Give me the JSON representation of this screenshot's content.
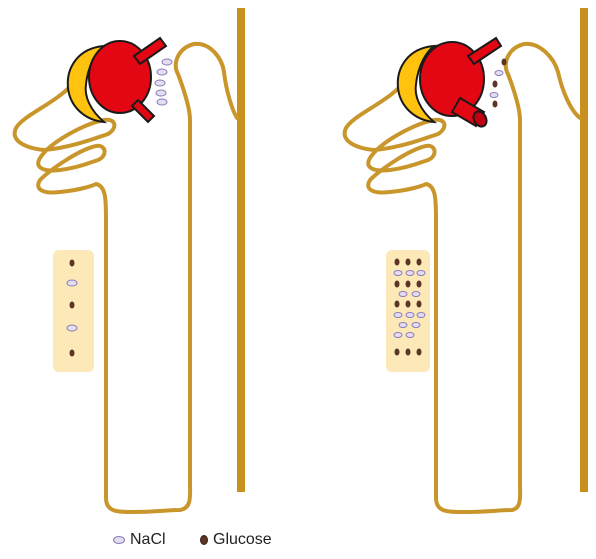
{
  "legend": {
    "items": [
      {
        "label": "NaCl",
        "name": "legend-nacl"
      },
      {
        "label": "Glucose",
        "name": "legend-glucose"
      }
    ]
  },
  "colors": {
    "tubule": "#c9962c",
    "duct": "#c8911e",
    "glomerulus": "#e30613",
    "glomerulus_dark": "#8a0000",
    "capsule": "#ffc20e",
    "interstitium": "#fde9b8",
    "nacl_fill": "#e4dcf0",
    "nacl_stroke": "#8a7bb8",
    "glucose_fill": "#5b3526"
  }
}
